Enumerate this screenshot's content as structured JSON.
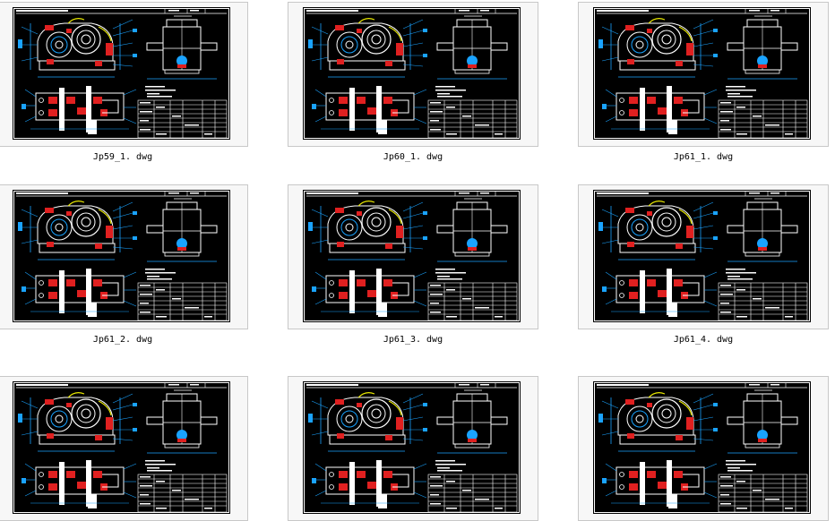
{
  "files": [
    {
      "name": "Jp59_1. dwg"
    },
    {
      "name": "Jp60_1. dwg"
    },
    {
      "name": "Jp61_1. dwg"
    },
    {
      "name": "Jp61_2. dwg"
    },
    {
      "name": "Jp61_3. dwg"
    },
    {
      "name": "Jp61_4. dwg"
    },
    {
      "name": ""
    },
    {
      "name": ""
    },
    {
      "name": ""
    }
  ],
  "colors": {
    "sheet_bg": "#000000",
    "line_white": "#ffffff",
    "dimension_blue": "#1aa3ff",
    "part_red": "#e02020",
    "accent_yellow": "#e6e600",
    "frame_border": "#c8c8c8"
  },
  "icons": {
    "thumbnail": "cad-drawing-thumbnail"
  }
}
